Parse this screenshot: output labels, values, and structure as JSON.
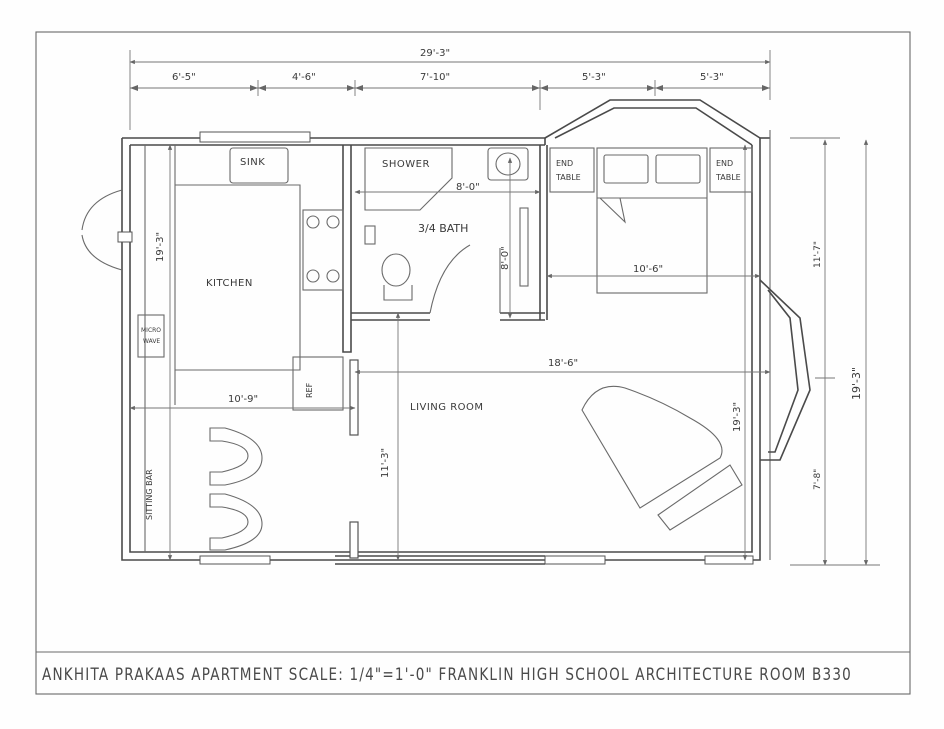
{
  "dimensions": {
    "overall_width": "29'-3\"",
    "seg_1": "6'-5\"",
    "seg_2": "4'-6\"",
    "seg_3": "7'-10\"",
    "seg_4": "5'-3\"",
    "seg_5": "5'-3\"",
    "shower_width": "8'-0\"",
    "bath_depth": "8'-0\"",
    "kitchen_depth": "19'-3\"",
    "bed_width": "10'-6\"",
    "living_width": "18'-6\"",
    "kitchen_width": "10'-9\"",
    "living_depth": "11'-3\"",
    "piano_depth": "19'-3\"",
    "right_upper": "11'-7\"",
    "right_lower": "7'-8\"",
    "right_overall": "19'-3\""
  },
  "rooms": {
    "sink": "SINK",
    "kitchen": "KITCHEN",
    "microwave_line1": "MICRO",
    "microwave_line2": "WAVE",
    "ref": "REF",
    "shower": "SHOWER",
    "bath": "3/4 BATH",
    "end_table_line1": "END",
    "end_table_line2": "TABLE",
    "living_room": "LIVING ROOM",
    "sitting_bar": "SITTING BAR"
  },
  "title_block": {
    "text": "ANKHITA PRAKAAS APARTMENT SCALE: 1/4\"=1'-0\" FRANKLIN HIGH SCHOOL ARCHITECTURE ROOM B330"
  }
}
